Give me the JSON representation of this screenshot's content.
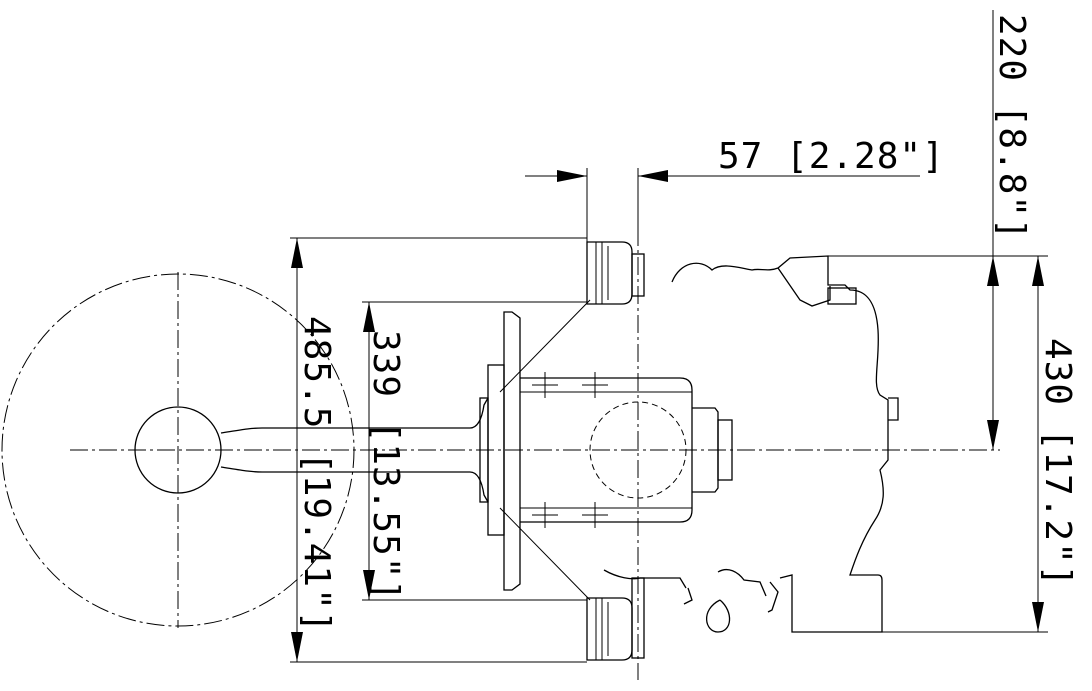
{
  "dimensions": {
    "d57": "57 [2.28\"]",
    "d220": "220 [8.8\"]",
    "d430": "430 [17.2\"]",
    "d485": "485.5 [19.41\"]",
    "d339": "339 [13.55\"]"
  }
}
